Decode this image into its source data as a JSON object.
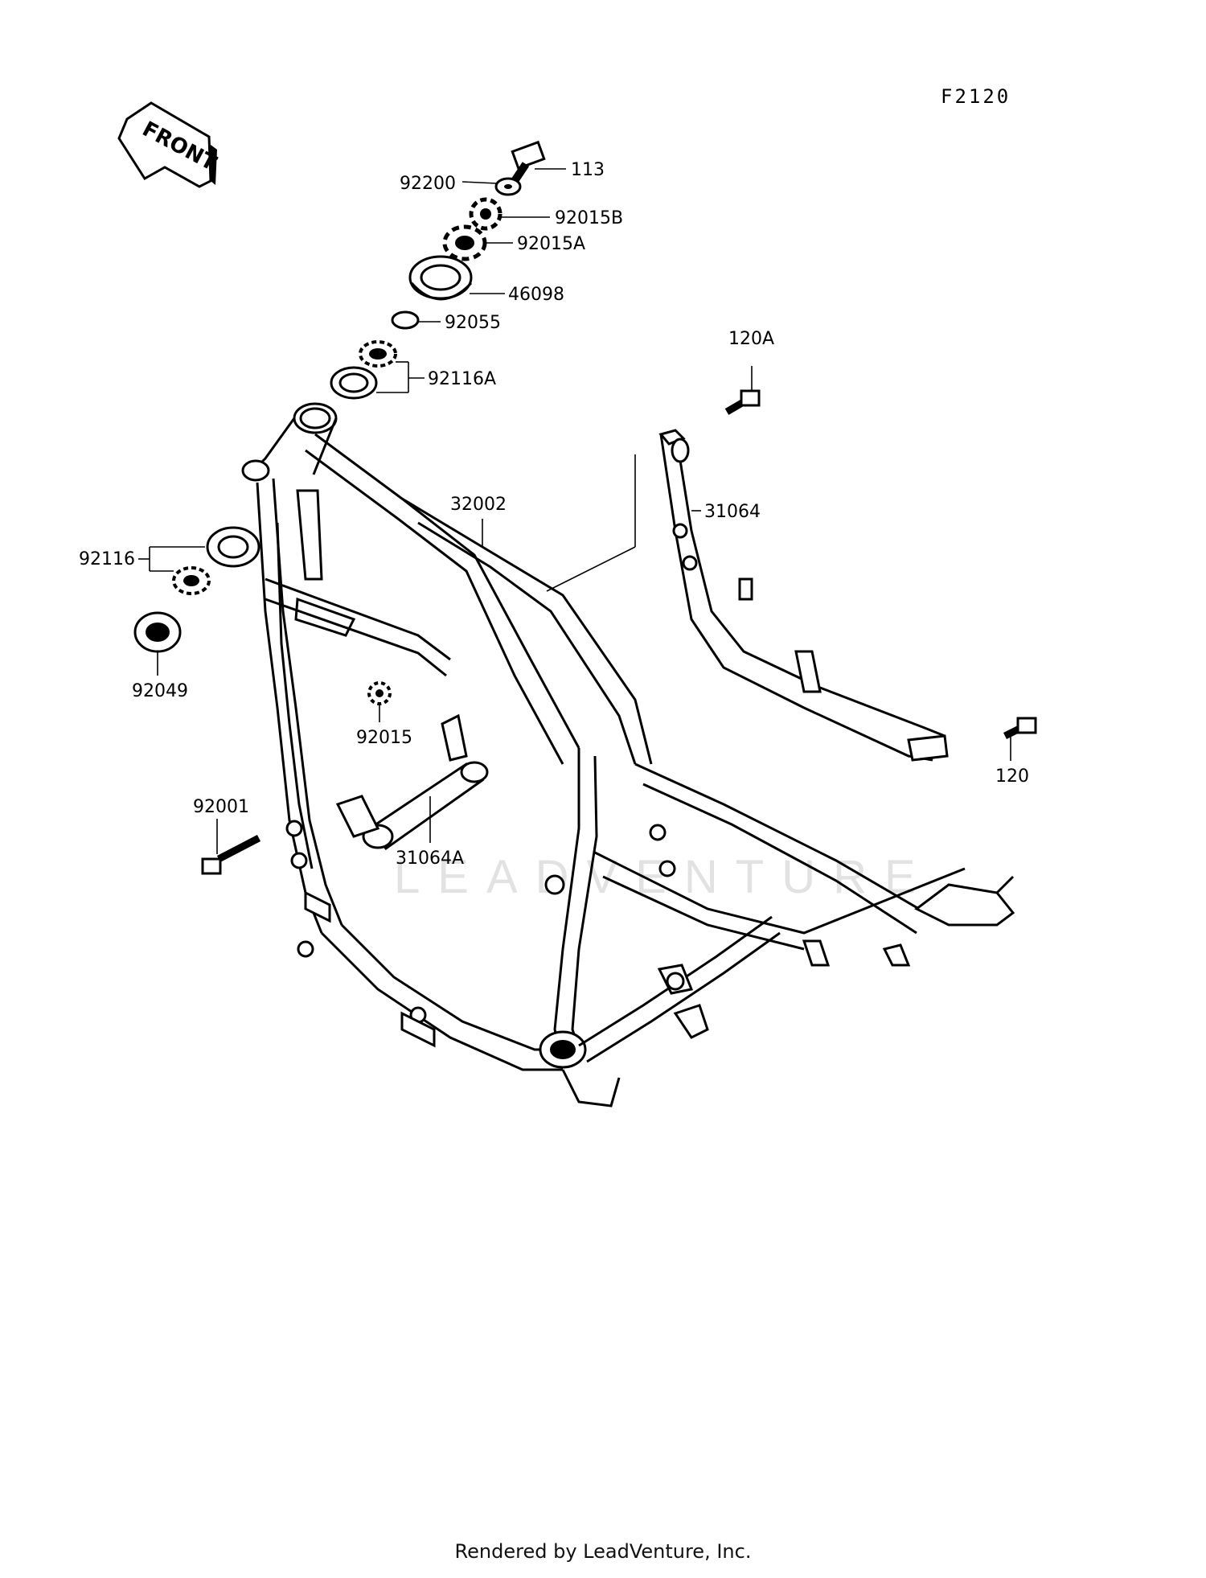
{
  "diagram": {
    "code": "F2120",
    "front_arrow": "FRONT",
    "watermark": "LEADVENTURE",
    "footer": "Rendered by LeadVenture, Inc.",
    "parts": [
      {
        "id": "113",
        "label": "113"
      },
      {
        "id": "92200",
        "label": "92200"
      },
      {
        "id": "92015B",
        "label": "92015B"
      },
      {
        "id": "92015A",
        "label": "92015A"
      },
      {
        "id": "46098",
        "label": "46098"
      },
      {
        "id": "92055",
        "label": "92055"
      },
      {
        "id": "92116A",
        "label": "92116A"
      },
      {
        "id": "120A",
        "label": "120A"
      },
      {
        "id": "32002",
        "label": "32002"
      },
      {
        "id": "31064",
        "label": "31064"
      },
      {
        "id": "92116",
        "label": "92116"
      },
      {
        "id": "92049",
        "label": "92049"
      },
      {
        "id": "92015",
        "label": "92015"
      },
      {
        "id": "120",
        "label": "120"
      },
      {
        "id": "92001",
        "label": "92001"
      },
      {
        "id": "31064A",
        "label": "31064A"
      }
    ]
  }
}
